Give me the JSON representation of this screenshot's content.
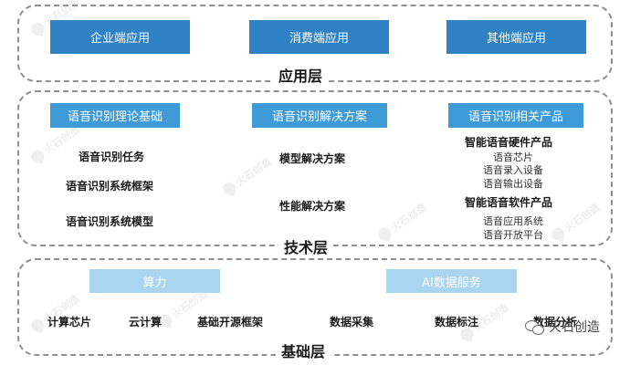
{
  "app_layer": {
    "title": "应用层",
    "boxes": [
      "企业端应用",
      "消费端应用",
      "其他端应用"
    ]
  },
  "tech_layer": {
    "title": "技术层",
    "headers": [
      "语音识别理论基础",
      "语音识别解决方案",
      "语音识别相关产品"
    ],
    "theory_items": [
      "语音识别任务",
      "语音识别系统框架",
      "语音识别系统模型"
    ],
    "solution_items": [
      "模型解决方案",
      "性能解决方案"
    ],
    "products": {
      "hardware_title": "智能语音硬件产品",
      "hardware_items": [
        "语音芯片",
        "语音录入设备",
        "语音输出设备"
      ],
      "software_title": "智能语音软件产品",
      "software_items": [
        "语音应用系统",
        "语音开放平台"
      ]
    }
  },
  "base_layer": {
    "title": "基础层",
    "headers": [
      "算力",
      "AI数据服务"
    ],
    "items": [
      "计算芯片",
      "云计算",
      "基础开源框架",
      "数据采集",
      "数据标注",
      "数据分析"
    ]
  },
  "watermark_text": "火石创造",
  "brand": {
    "icon": "wechat-icon",
    "name": "火石创造"
  },
  "colors": {
    "app_box": "#2f83c5",
    "tech_header": "#3f9bd8",
    "base_header": "#a9d5f0",
    "border": "#8f8f8f"
  }
}
